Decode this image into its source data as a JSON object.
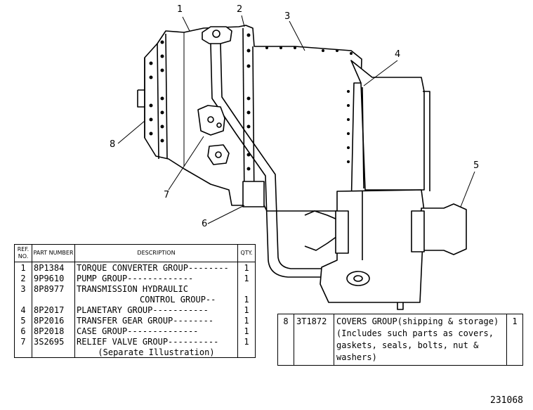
{
  "callouts": [
    "1",
    "2",
    "3",
    "4",
    "5",
    "6",
    "7",
    "8"
  ],
  "parts_table": {
    "headers": {
      "ref": "REF. NO.",
      "part_number": "PART NUMBER",
      "description": "DESCRIPTION",
      "qty": "QTY."
    },
    "rows": [
      {
        "ref": "1",
        "part": "8P1384",
        "desc": "TORQUE CONVERTER GROUP--------",
        "qty": "1"
      },
      {
        "ref": "2",
        "part": "9P9610",
        "desc": "PUMP GROUP-------------",
        "qty": "1"
      },
      {
        "ref": "3",
        "part": "8P8977",
        "desc": "TRANSMISSION HYDRAULIC",
        "qty": ""
      },
      {
        "ref": "",
        "part": "",
        "desc": "CONTROL GROUP--",
        "qty": "1"
      },
      {
        "ref": "4",
        "part": "8P2017",
        "desc": "PLANETARY GROUP-----------",
        "qty": "1"
      },
      {
        "ref": "5",
        "part": "8P2016",
        "desc": "TRANSFER GEAR GROUP--------",
        "qty": "1"
      },
      {
        "ref": "6",
        "part": "8P2018",
        "desc": "CASE GROUP--------------",
        "qty": "1"
      },
      {
        "ref": "7",
        "part": "3S2695",
        "desc": "RELIEF VALVE GROUP----------",
        "qty": "1"
      },
      {
        "ref": "",
        "part": "",
        "desc": "(Separate Illustration)",
        "qty": ""
      }
    ]
  },
  "covers_table": {
    "ref": "8",
    "part": "3T1872",
    "desc_lines": [
      "COVERS GROUP(shipping & storage)",
      "(Includes such parts as covers,",
      "gaskets, seals, bolts, nut & washers)"
    ],
    "qty": "1"
  },
  "figure_number": "231068"
}
